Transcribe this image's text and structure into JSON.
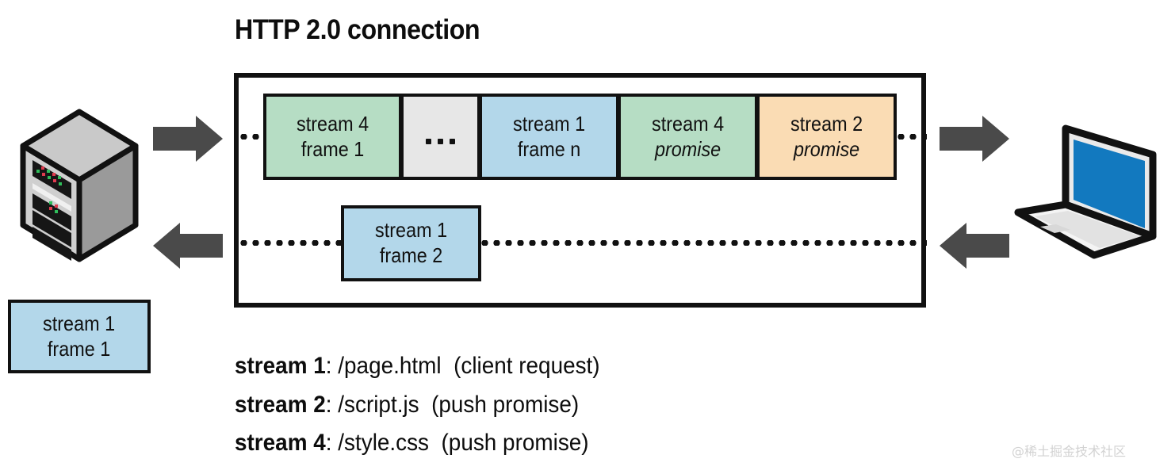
{
  "title": "HTTP 2.0 connection",
  "connection": {
    "top_row": [
      {
        "id": "s4f1",
        "line1": "stream 4",
        "line2": "frame 1",
        "italic2": false,
        "color": "#b6ddc4",
        "kind": "frame"
      },
      {
        "id": "ellipsis",
        "line1": "...",
        "line2": "",
        "italic2": false,
        "color": "#e7e7e7",
        "kind": "ellipsis"
      },
      {
        "id": "s1fn",
        "line1": "stream 1",
        "line2": "frame n",
        "italic2": false,
        "color": "#b3d7ea",
        "kind": "frame"
      },
      {
        "id": "s4p",
        "line1": "stream 4",
        "line2": "promise",
        "italic2": true,
        "color": "#b6ddc4",
        "kind": "promise"
      },
      {
        "id": "s2p",
        "line1": "stream 2",
        "line2": "promise",
        "italic2": true,
        "color": "#fadcb4",
        "kind": "promise"
      }
    ],
    "bottom_row": [
      {
        "id": "s1f2",
        "line1": "stream 1",
        "line2": "frame 2",
        "italic2": false,
        "color": "#b3d7ea",
        "kind": "frame"
      }
    ]
  },
  "outside_box": {
    "id": "s1f1",
    "line1": "stream 1",
    "line2": "frame 1",
    "color": "#b3d7ea"
  },
  "legend": [
    {
      "stream": "stream 1",
      "sep": ": ",
      "path": "/page.html",
      "note": "(client request)"
    },
    {
      "stream": "stream 2",
      "sep": ": ",
      "path": "/script.js",
      "note": "(push promise)"
    },
    {
      "stream": "stream 4",
      "sep": ": ",
      "path": "/style.css",
      "note": "(push promise)"
    }
  ],
  "devices": {
    "server": "server-tower",
    "client": "laptop"
  },
  "arrows": {
    "server_out": "arrow-right",
    "server_in": "arrow-left",
    "client_in": "arrow-right",
    "client_out": "arrow-left"
  },
  "watermark": "@稀土掘金技术社区",
  "colors": {
    "green": "#b6ddc4",
    "blue": "#b3d7ea",
    "orange": "#fadcb4",
    "gray": "#e7e7e7",
    "outline": "#111111",
    "arrow": "#4a4a4a",
    "screen": "#1279bf"
  }
}
